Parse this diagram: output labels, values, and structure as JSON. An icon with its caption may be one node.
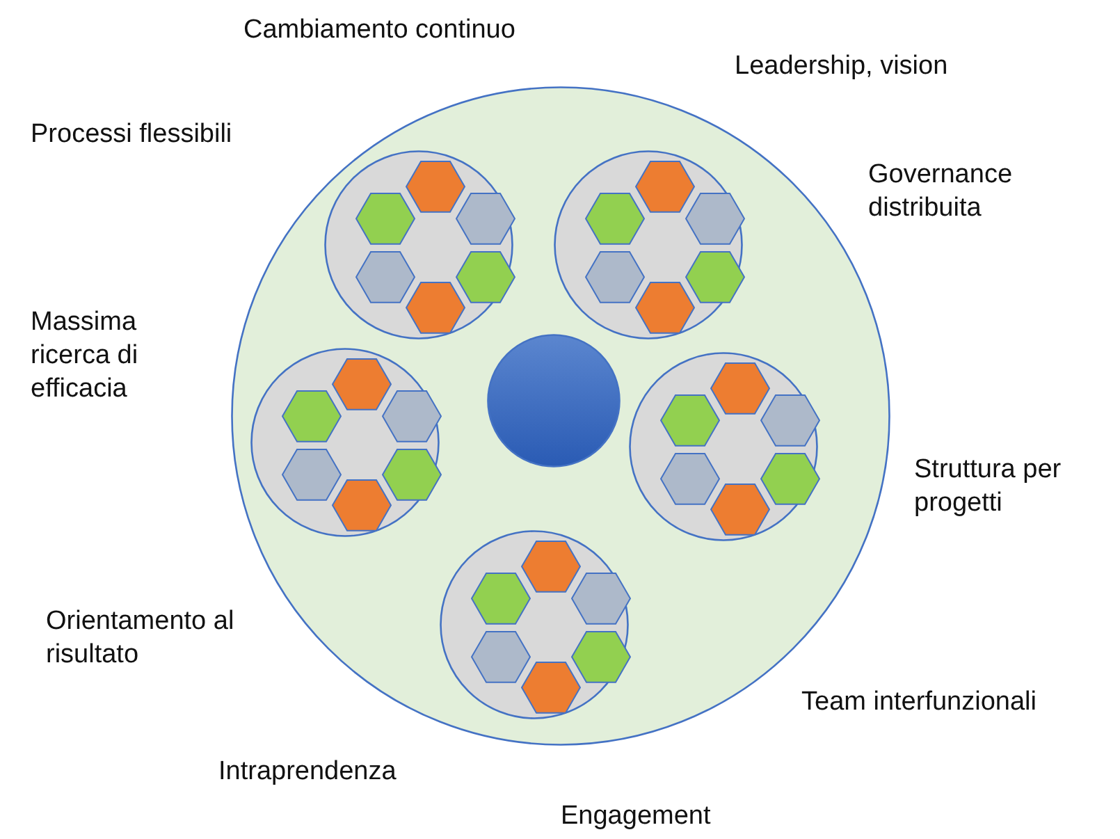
{
  "diagram": {
    "nodes": [
      {
        "text": [],
        "shape": "circle"
      },
      {
        "text": [],
        "shape": "circle",
        "in": 0
      },
      {
        "text": [],
        "shape": "hexagon",
        "in": 1
      },
      {
        "text": [],
        "shape": "hexagon",
        "in": 1
      },
      {
        "text": [],
        "shape": "hexagon",
        "in": 1
      },
      {
        "text": [],
        "shape": "hexagon",
        "in": 1
      },
      {
        "text": [],
        "shape": "hexagon",
        "in": 1
      },
      {
        "text": [],
        "shape": "hexagon",
        "in": 1
      },
      {
        "text": [],
        "shape": "circle",
        "in": 0
      },
      {
        "text": [],
        "shape": "hexagon",
        "in": 8
      },
      {
        "text": [],
        "shape": "hexagon",
        "in": 8
      },
      {
        "text": [],
        "shape": "hexagon",
        "in": 8
      },
      {
        "text": [],
        "shape": "hexagon",
        "in": 8
      },
      {
        "text": [],
        "shape": "hexagon",
        "in": 8
      },
      {
        "text": [],
        "shape": "hexagon",
        "in": 8
      },
      {
        "text": [],
        "shape": "circle",
        "in": 0
      },
      {
        "text": [],
        "shape": "circle",
        "in": 0
      },
      {
        "text": [],
        "shape": "hexagon",
        "in": 16
      },
      {
        "text": [],
        "shape": "hexagon",
        "in": 16
      },
      {
        "text": [],
        "shape": "hexagon",
        "in": 16
      },
      {
        "text": [],
        "shape": "hexagon",
        "in": 16
      },
      {
        "text": [],
        "shape": "hexagon",
        "in": 16
      },
      {
        "text": [],
        "shape": "hexagon",
        "in": 16
      },
      {
        "text": [],
        "shape": "circle",
        "in": 0
      },
      {
        "text": [],
        "shape": "hexagon",
        "in": 23
      },
      {
        "text": [],
        "shape": "hexagon",
        "in": 23
      },
      {
        "text": [],
        "shape": "hexagon",
        "in": 23
      },
      {
        "text": [],
        "shape": "hexagon",
        "in": 23
      },
      {
        "text": [],
        "shape": "hexagon",
        "in": 23
      },
      {
        "text": [],
        "shape": "hexagon",
        "in": 23
      },
      {
        "text": [],
        "shape": "circle",
        "in": 0
      },
      {
        "text": [],
        "shape": "hexagon",
        "in": 30
      },
      {
        "text": [],
        "shape": "hexagon",
        "in": 30
      },
      {
        "text": [],
        "shape": "hexagon",
        "in": 30
      },
      {
        "text": [],
        "shape": "hexagon",
        "in": 30
      },
      {
        "text": [],
        "shape": "hexagon",
        "in": 30
      },
      {
        "text": [],
        "shape": "hexagon",
        "in": 30
      }
    ],
    "labels": [
      "Cambiamento continuo",
      "Leadership, vision",
      "Processi flessibili",
      "Governance distribuita",
      "Massima ricerca di efficacia",
      "Struttura per progetti",
      "Orientamento al risultato",
      "Team interfunzionali",
      "Intraprendenza",
      "Engagement"
    ]
  }
}
